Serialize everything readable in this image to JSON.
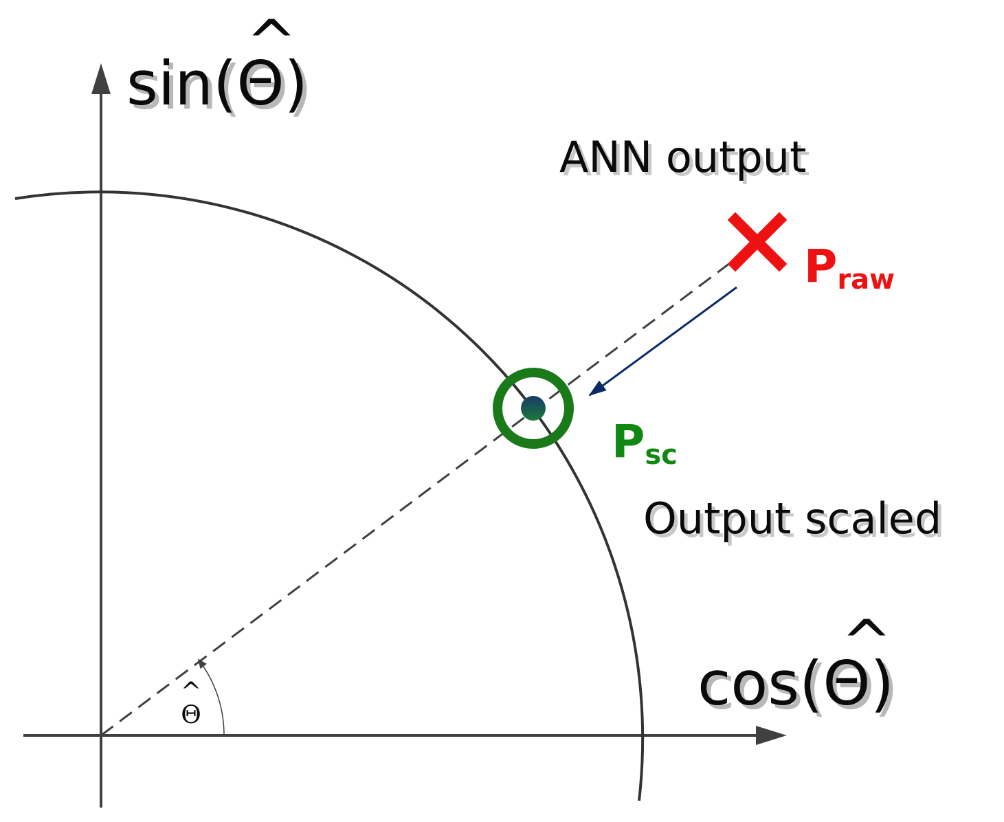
{
  "axes": {
    "y_title": "sin(Θ)",
    "y_title_hat": "^",
    "x_title": "cos(Θ)",
    "x_title_hat": "^"
  },
  "annotations": {
    "ann_output": "ANN output",
    "output_scaled": "Output scaled",
    "angle_symbol": "Θ",
    "angle_hat": "^"
  },
  "points": {
    "raw": {
      "main": "P",
      "sub": "raw",
      "color": "#ee1111"
    },
    "scaled": {
      "main": "P",
      "sub": "sc",
      "color": "#118811"
    }
  },
  "colors": {
    "axis": "#404040",
    "arc": "#333333",
    "dashed_line": "#404040",
    "projection_arrow": "#0b2a66",
    "ring": "#1a7a1a",
    "dot_top": "#1a3a6a",
    "dot_bottom": "#1a7a3a"
  }
}
